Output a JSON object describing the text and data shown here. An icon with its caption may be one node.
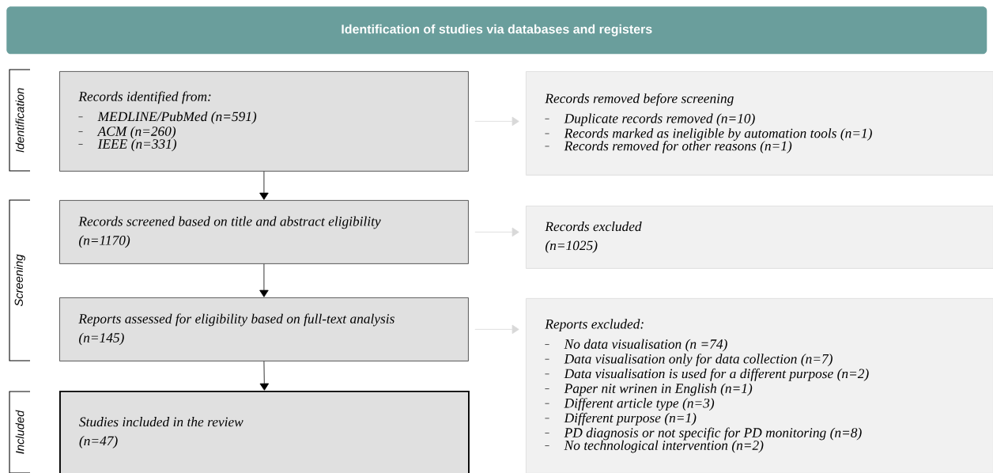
{
  "diagram": {
    "nodes": [
      {
        "text": [
          "Identification of studies via databases and registers"
        ]
      },
      {
        "text": [
          "Records identified from:",
          "MEDLINE/PubMed (n=591)",
          "ACM (n=260)",
          "IEEE (n=331)"
        ]
      },
      {
        "text": [
          "Records removed before screening",
          "Duplicate records removed (n=10)",
          "Records marked as ineligible by automation tools (n=1)",
          "Records removed for other reasons (n=1)"
        ]
      },
      {
        "text": [
          "Records screened based on title and abstract eligibility",
          "(n=1170)"
        ]
      },
      {
        "text": [
          "Records excluded",
          "(n=1025)"
        ]
      },
      {
        "text": [
          "Reports assessed for eligibility based on full-text analysis",
          "(n=145)"
        ]
      },
      {
        "text": [
          "Reports excluded:",
          "No data visualisation (n =74)",
          "Data visualisation only for data collection (n=7)",
          "Data visualisation is used for a different purpose (n=2)",
          "Paper nit wrinen in English (n=1)",
          "Different article type (n=3)",
          "Different purpose (n=1)",
          "PD diagnosis or not specific for PD monitoring (n=8)",
          "No technological intervention (n=2)"
        ]
      },
      {
        "text": [
          "Studies included in the review",
          "(n=47)"
        ]
      }
    ],
    "edges": [
      {
        "from": 1,
        "to": 3,
        "arrow": "to"
      },
      {
        "from": 1,
        "to": 2,
        "arrow": "to",
        "color": "#d9d9d9"
      },
      {
        "from": 3,
        "to": 5,
        "arrow": "to"
      },
      {
        "from": 3,
        "to": 4,
        "arrow": "to",
        "color": "#d9d9d9"
      },
      {
        "from": 5,
        "to": 7,
        "arrow": "to"
      },
      {
        "from": 5,
        "to": 6,
        "arrow": "to",
        "color": "#d9d9d9"
      }
    ],
    "labels": [
      "Identification",
      "Screening",
      "Included"
    ]
  }
}
